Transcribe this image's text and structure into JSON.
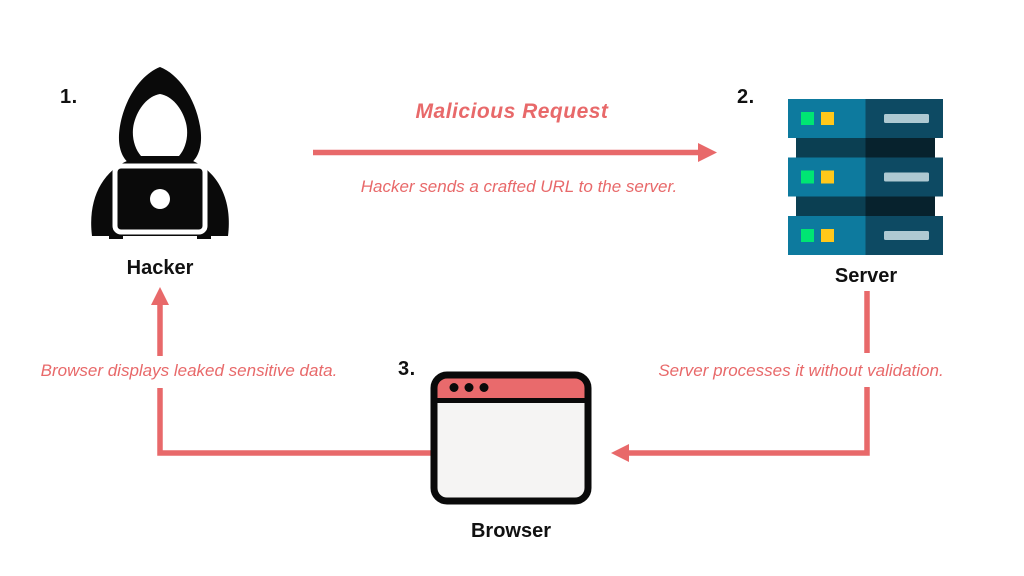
{
  "diagram": {
    "background": "#ffffff",
    "accent_color": "#e8696a",
    "arrow_label": "Malicious Request",
    "steps": [
      {
        "number": "1.",
        "label": "Hacker",
        "icon": "hacker-icon"
      },
      {
        "number": "2.",
        "label": "Server",
        "icon": "server-icon"
      },
      {
        "number": "3.",
        "label": "Browser",
        "icon": "browser-icon"
      }
    ],
    "captions": {
      "top": "Hacker sends a crafted URL to the server.",
      "right": "Server processes it without validation.",
      "left": "Browser displays leaked sensitive data."
    },
    "colors": {
      "icon_black": "#0a0a0a",
      "browser_header": "#e96a6c",
      "browser_body": "#f5f4f3",
      "server_face_light": "#0d7a9e",
      "server_face_dark": "#0d4a63",
      "server_connector_light": "#0b3f52",
      "server_connector_dark": "#07222d",
      "led_green": "#00e573",
      "led_yellow": "#ffc81a",
      "server_slot": "#aec9d2"
    }
  }
}
